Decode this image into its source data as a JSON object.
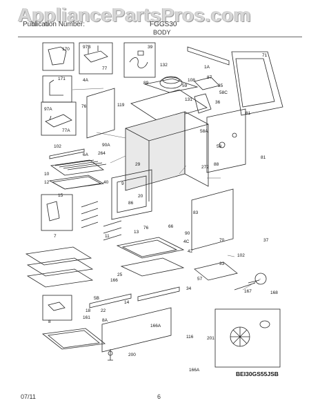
{
  "watermark": "AppliancePartsPros.com",
  "header": {
    "left": "Publication Number:",
    "model": "FGGS30",
    "section": "BODY"
  },
  "drawing_id": "BEI30GS55JSB",
  "footer": {
    "date": "07/11",
    "page": "6"
  },
  "part_labels": [
    "170",
    "97B",
    "39",
    "71",
    "1A",
    "132",
    "171",
    "77",
    "4A",
    "89",
    "108",
    "59",
    "87",
    "35",
    "58C",
    "58A",
    "36",
    "81",
    "119",
    "131",
    "76",
    "97A",
    "77A",
    "90A",
    "264",
    "58",
    "102",
    "6A",
    "29",
    "272",
    "88",
    "10",
    "12",
    "20",
    "9",
    "40",
    "81",
    "15",
    "86",
    "76",
    "83",
    "66",
    "90",
    "11",
    "13",
    "70",
    "7",
    "37",
    "4C",
    "42",
    "25",
    "33",
    "34",
    "102",
    "167",
    "57",
    "168",
    "5B",
    "166",
    "14",
    "18",
    "22",
    "161",
    "8",
    "8A",
    "166A",
    "201",
    "116",
    "200",
    "166A"
  ]
}
